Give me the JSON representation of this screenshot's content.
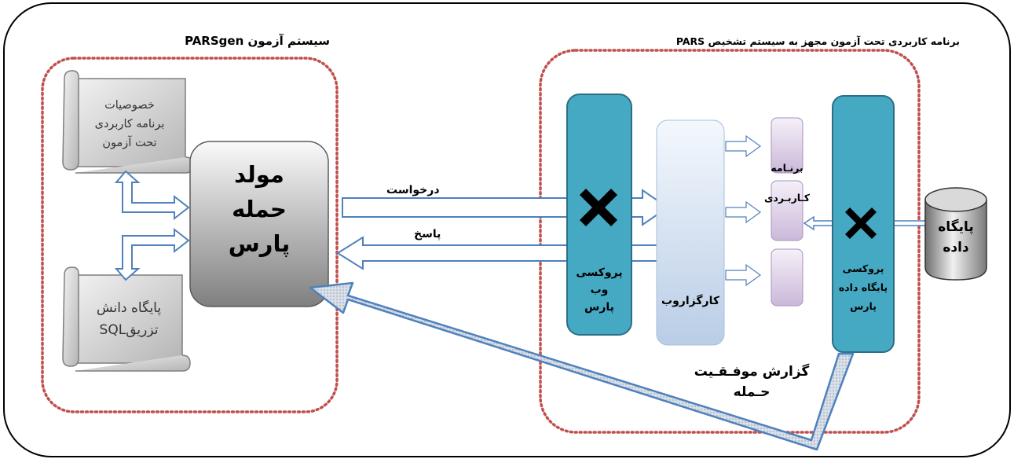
{
  "left_panel": {
    "title": "سیستم  آزمون PARSgen",
    "scroll_top": [
      "خصوصیات",
      "برنامه کاربردی",
      "تحت آزمون"
    ],
    "scroll_bottom": [
      "پایگاه دانش",
      "تزریقSQL"
    ],
    "generator": [
      "مولد",
      "حمله",
      "پارس"
    ]
  },
  "flows": {
    "request": "درخواست",
    "response": "پاسخ"
  },
  "right_panel": {
    "title": "برنامه کاربردی تحت آزمون مجهز به سیستم تشخیص  PARS",
    "web_proxy": [
      "پروکسی",
      "وب",
      "پارس"
    ],
    "web_server": "کارگزاروب",
    "application": [
      "برنـامه",
      "کـاربـردی"
    ],
    "db_proxy": [
      "پروکسی",
      "پایگاه داده",
      "پارس"
    ],
    "database": [
      "پایگاه",
      "داده"
    ],
    "report": [
      "گزارش موفـقـیت",
      "حـمله"
    ]
  },
  "colors": {
    "teal": "#46a9c4",
    "teal_border": "#2c6f84",
    "dotted_red": "#c0504d",
    "arrow_blue": "#4f81bd"
  }
}
